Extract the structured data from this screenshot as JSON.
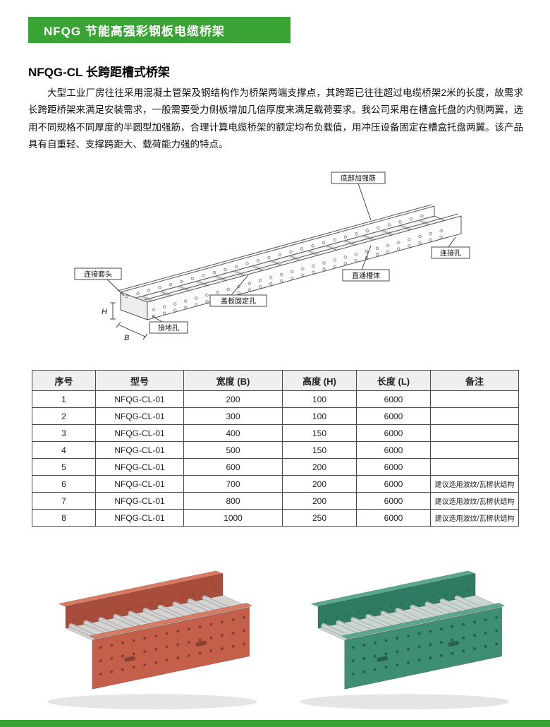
{
  "banner": {
    "title": "NFQG 节能高强彩钢板电缆桥架"
  },
  "section": {
    "title": "NFQG-CL 长跨距槽式桥架",
    "paragraph": "大型工业厂房往往采用混凝土管架及钢结构作为桥架两端支撑点，其跨距已往往超过电缆桥架2米的长度，故需求长跨距桥架来满足安装需求，一般需要受力侧板增加几倍厚度来满足载荷要求。我公司采用在槽盒托盘的内侧两翼，选用不同规格不同厚度的半圆型加强筋，合理计算电缆桥架的额定均布负载值，用冲压设备固定在槽盒托盘两翼。该产品具有自重轻、支撑跨距大、载荷能力强的特点。"
  },
  "diagram": {
    "labels": {
      "bottom_rib": "底部加强筋",
      "connect_hole": "连接孔",
      "straight_body": "直通槽体",
      "cover_fix_hole": "盖板固定孔",
      "connect_sleeve": "连接套头",
      "ground_hole": "接地孔",
      "dim_h": "H",
      "dim_b": "B"
    }
  },
  "table": {
    "headers": [
      "序号",
      "型号",
      "宽度 (B)",
      "高度 (H)",
      "长度 (L)",
      "备注"
    ],
    "rows": [
      [
        "1",
        "NFQG-CL-01",
        "200",
        "100",
        "6000",
        ""
      ],
      [
        "2",
        "NFQG-CL-01",
        "300",
        "100",
        "6000",
        ""
      ],
      [
        "3",
        "NFQG-CL-01",
        "400",
        "150",
        "6000",
        ""
      ],
      [
        "4",
        "NFQG-CL-01",
        "500",
        "150",
        "6000",
        ""
      ],
      [
        "5",
        "NFQG-CL-01",
        "600",
        "200",
        "6000",
        ""
      ],
      [
        "6",
        "NFQG-CL-01",
        "700",
        "200",
        "6000",
        "建议选用波纹/瓦楞状结构"
      ],
      [
        "7",
        "NFQG-CL-01",
        "800",
        "200",
        "6000",
        "建议选用波纹/瓦楞状结构"
      ],
      [
        "8",
        "NFQG-CL-01",
        "1000",
        "250",
        "6000",
        "建议选用波纹/瓦楞状结构"
      ]
    ]
  },
  "colors": {
    "brand_green": "#3aa335"
  },
  "photos": {
    "left": {
      "wall": "#c45f4a",
      "wall_dark": "#a84c3c",
      "flange": "#d97b63",
      "floor": "#d6d3d0",
      "holes": "#8c4033",
      "roller": "#bdbdbd"
    },
    "right": {
      "wall": "#3d8e73",
      "wall_dark": "#2f7a62",
      "flange": "#5aa98d",
      "floor": "#ccd6d0",
      "holes": "#27604e",
      "roller": "#b9c4be"
    }
  }
}
